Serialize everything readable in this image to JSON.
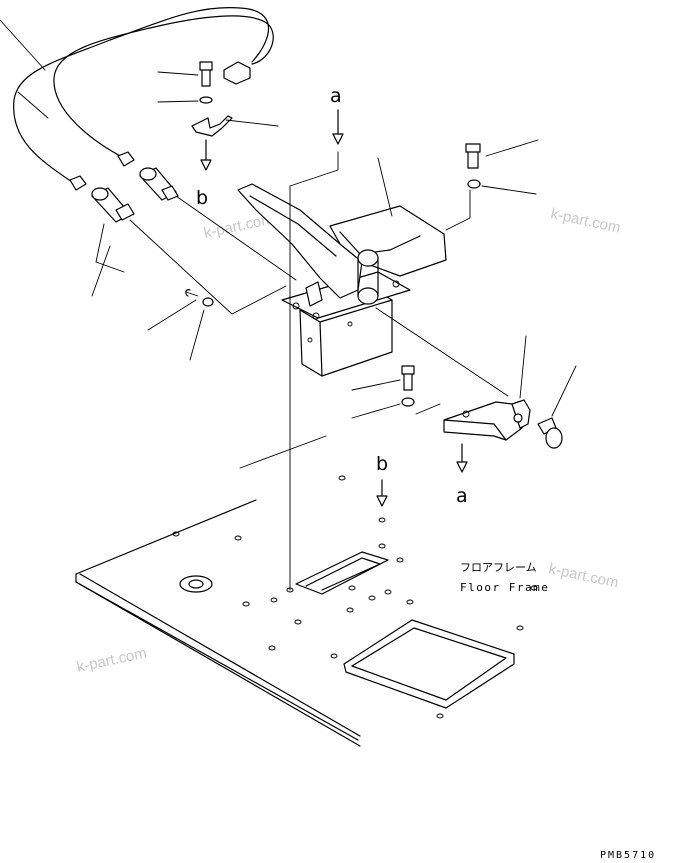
{
  "labels": {
    "a_top": "a",
    "a_bottom": "a",
    "b_top": "b",
    "b_bottom": "b"
  },
  "floor_frame": {
    "japanese": "フロアフレーム",
    "english": "Floor Frame"
  },
  "watermark": "k-part.com",
  "drawing_code": "PMB5710"
}
